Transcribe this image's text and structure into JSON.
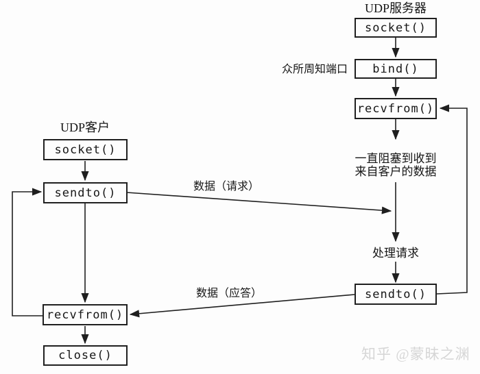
{
  "colors": {
    "line": "#1f1f1f",
    "text": "#161616",
    "watermark": "#d6d6d6",
    "background": "#fdfdfd"
  },
  "client": {
    "title": "UDP客户",
    "socket_label": "socket()",
    "sendto_label": "sendto()",
    "recvfrom_label": "recvfrom()",
    "close_label": "close()"
  },
  "server": {
    "title": "UDP服务器",
    "socket_label": "socket()",
    "bind_label": "bind()",
    "recvfrom_label": "recvfrom()",
    "sendto_label": "sendto()",
    "well_known_port_note": "众所周知端口",
    "block_note_line1": "一直阻塞到收到",
    "block_note_line2": "来自客户的数据",
    "process_note": "处理请求"
  },
  "arrows": {
    "request_label": "数据（请求）",
    "reply_label": "数据（应答）"
  },
  "watermark_text": "知乎 @蒙昧之渊"
}
